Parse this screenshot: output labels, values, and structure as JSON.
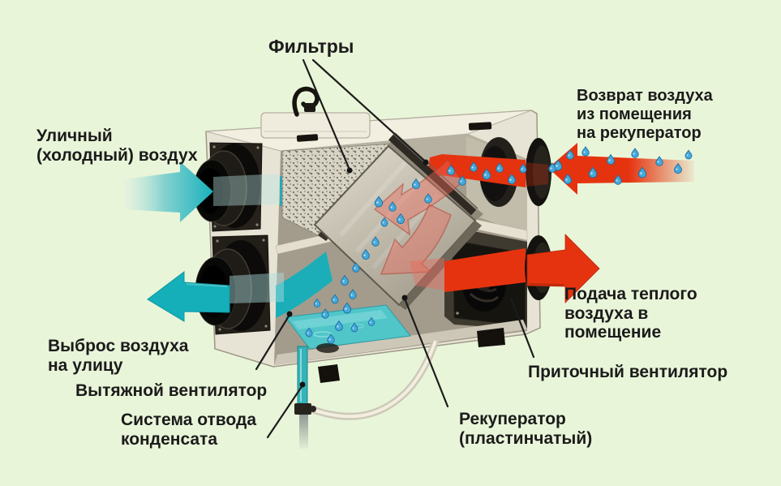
{
  "colors": {
    "background": "#e9f5d9",
    "cold_air": "#15afba",
    "warm_air": "#e6330f",
    "droplet_blue": "#46a9da",
    "condensate_teal": "#50c6c9",
    "box_cream": "#e8e4d5",
    "label_text": "#1b1b1b"
  },
  "labels": {
    "filters": "Фильтры",
    "street_air": "Уличный\n(холодный) воздух",
    "return_air": "Возврат воздуха\nиз помещения\nна рекуператор",
    "warm_supply": "Подача теплого\nвоздуха в\nпомещение",
    "exhaust_street": "Выброс воздуха\nна улицу",
    "exhaust_fan": "Вытяжной вентилятор",
    "condensate_system": "Система отвода\nконденсата",
    "recuperator": "Рекуператор\n(пластинчатый)",
    "supply_fan": "Приточный вентилятор"
  }
}
